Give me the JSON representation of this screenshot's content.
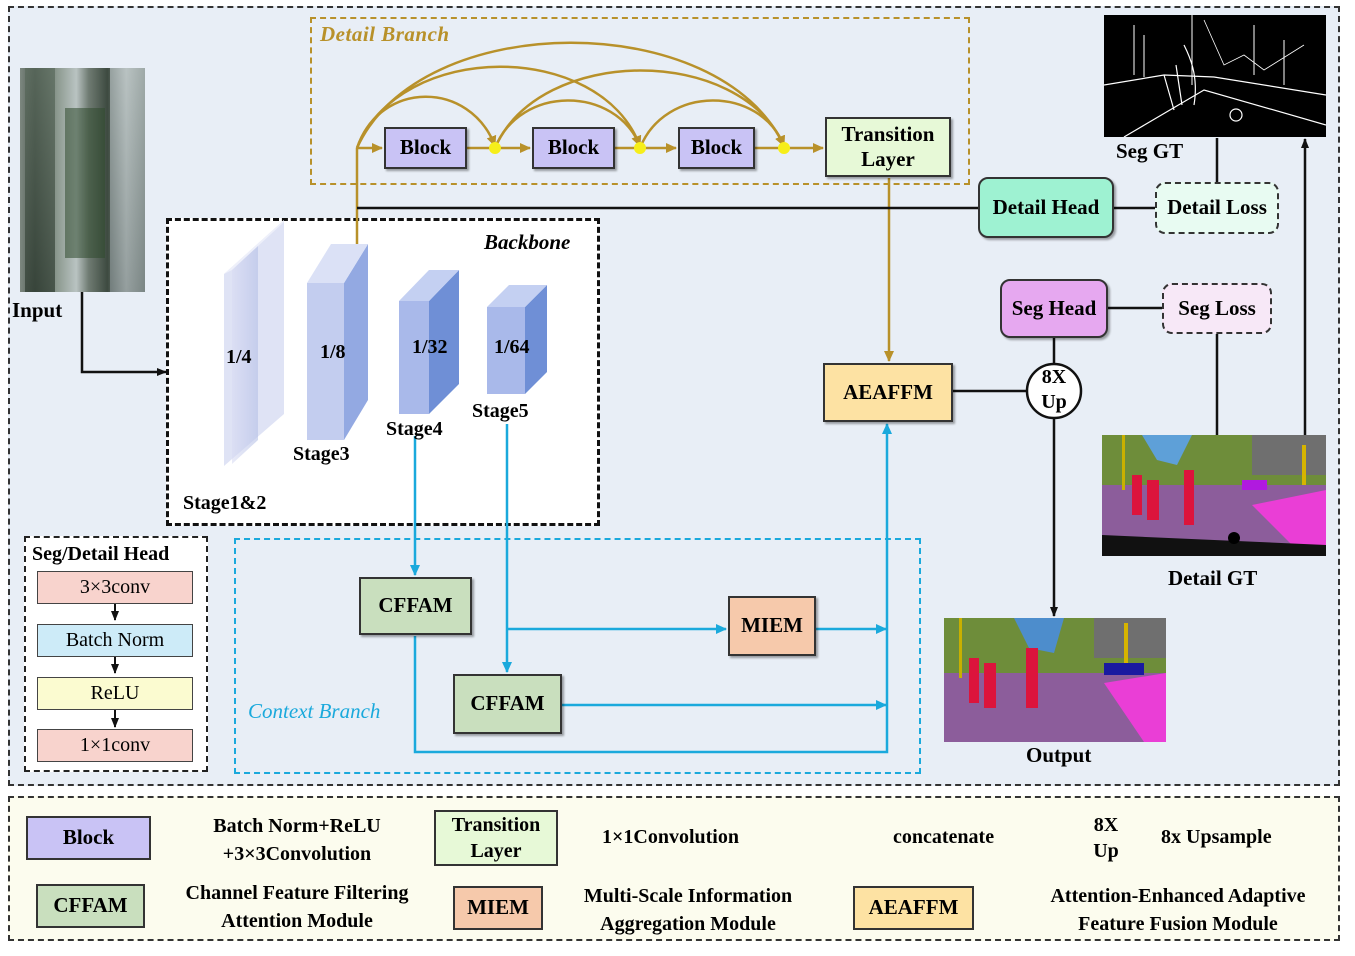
{
  "detail_branch": {
    "title": "Detail Branch",
    "blocks": [
      "Block",
      "Block",
      "Block"
    ],
    "transition": [
      "Transition",
      "Layer"
    ]
  },
  "backbone": {
    "title": "Backbone",
    "stages": [
      {
        "ratio": "1/4",
        "label": "Stage1&2"
      },
      {
        "ratio": "1/8",
        "label": "Stage3"
      },
      {
        "ratio": "1/32",
        "label": "Stage4"
      },
      {
        "ratio": "1/64",
        "label": "Stage5"
      }
    ]
  },
  "input_label": "Input",
  "context_branch": {
    "title": "Context Branch",
    "cffam1": "CFFAM",
    "cffam2": "CFFAM",
    "miem": "MIEM"
  },
  "aeaffm": "AEAFFM",
  "upsample": [
    "8X",
    "Up"
  ],
  "detail_head": "Detail Head",
  "detail_loss": "Detail Loss",
  "seg_head": "Seg Head",
  "seg_loss": "Seg Loss",
  "seg_gt": "Seg GT",
  "detail_gt": "Detail GT",
  "output": "Output",
  "head_panel": {
    "title": "Seg/Detail Head",
    "items": [
      "3×3conv",
      "Batch Norm",
      "ReLU",
      "1×1conv"
    ]
  },
  "legend": {
    "block": "Block",
    "block_desc": [
      "Batch Norm+ReLU",
      "+3×3Convolution"
    ],
    "transition": [
      "Transition",
      "Layer"
    ],
    "transition_desc": "1×1Convolution",
    "concat_desc": "concatenate",
    "up": [
      "8X",
      "Up"
    ],
    "up_desc": "8x Upsample",
    "cffam": "CFFAM",
    "cffam_desc": [
      "Channel Feature Filtering",
      "Attention Module"
    ],
    "miem": "MIEM",
    "miem_desc": [
      "Multi-Scale Information",
      "Aggregation Module"
    ],
    "aeaffm": "AEAFFM",
    "aeaffm_desc": [
      "Attention-Enhanced Adaptive",
      "Feature Fusion Module"
    ]
  },
  "colors": {
    "main_bg": "#e8eef6",
    "legend_bg": "#fcfcee",
    "detail_branch": "#b8912a",
    "context_branch": "#1aa9dc",
    "block": "#c9c3f5",
    "transition": "#e7f9d7",
    "cffam": "#c9dfbe",
    "miem": "#f6c9ab",
    "aeaffm": "#fde2a3",
    "detail_head": "#9ef2d2",
    "seg_head": "#e6a8f0",
    "concat": "#f6ee1a"
  }
}
